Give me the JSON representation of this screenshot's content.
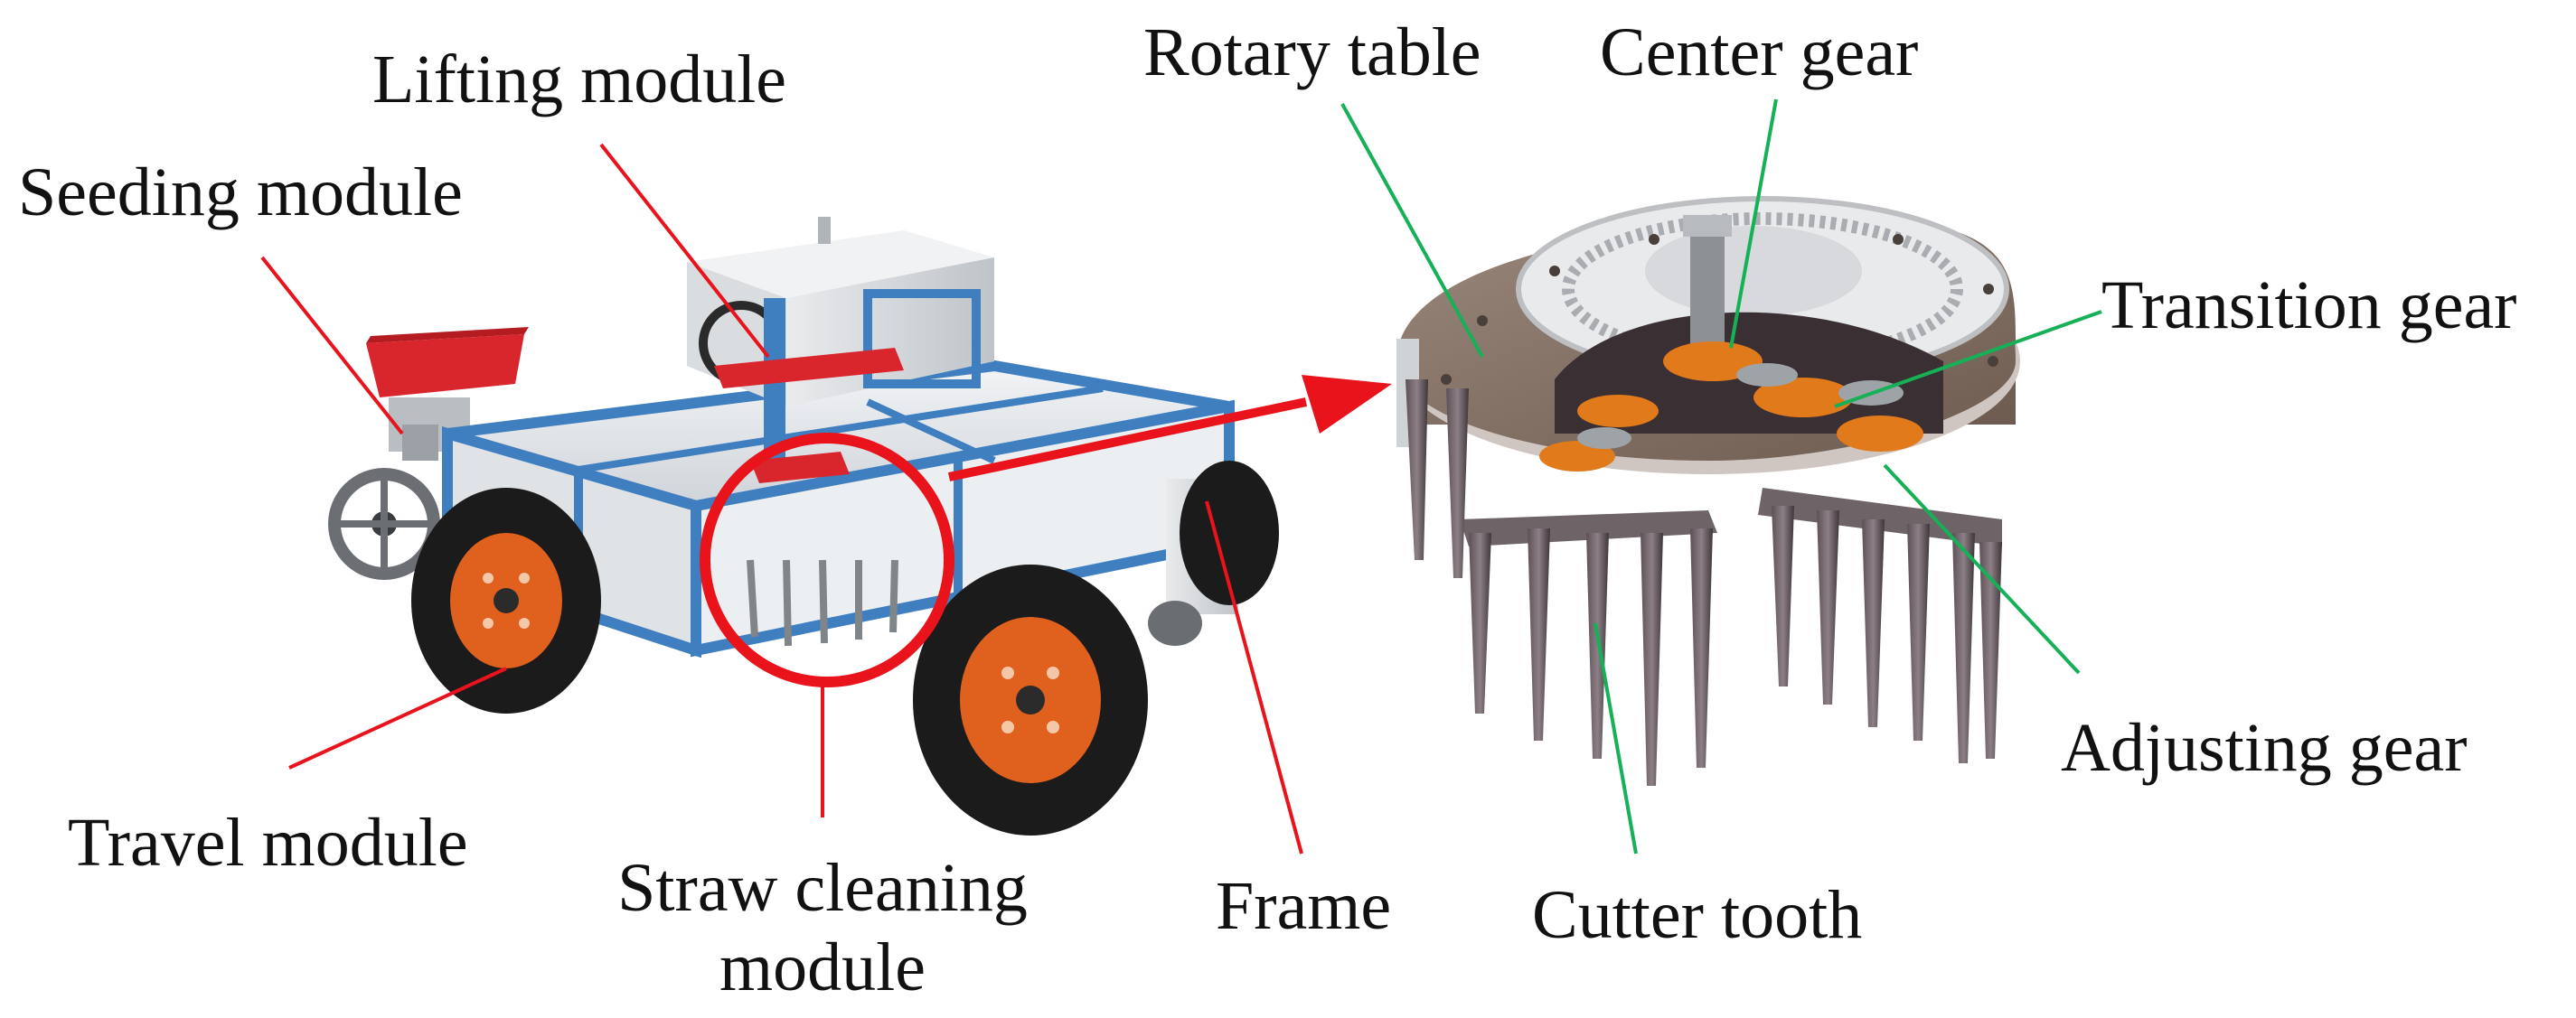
{
  "labels": {
    "lifting_module": "Lifting module",
    "seeding_module": "Seeding module",
    "travel_module": "Travel module",
    "straw_cleaning_line1": "Straw cleaning",
    "straw_cleaning_line2": "module",
    "frame": "Frame",
    "rotary_table": "Rotary table",
    "center_gear": "Center gear",
    "transition_gear": "Transition gear",
    "adjusting_gear": "Adjusting gear",
    "cutter_tooth": "Cutter tooth"
  },
  "colors": {
    "vehicle_leader": "#e8131b",
    "device_leader": "#16b057",
    "highlight_circle": "#e8131b",
    "hopper": "#d9262c",
    "frame_blue": "#3f7fc0",
    "panel_gray": "#e4e7ea",
    "tire": "#1b1b1b",
    "hub": "#e0601e",
    "plate": "#7d6a5e",
    "gear": "#e07a1a",
    "tooth": "#4a4046"
  }
}
